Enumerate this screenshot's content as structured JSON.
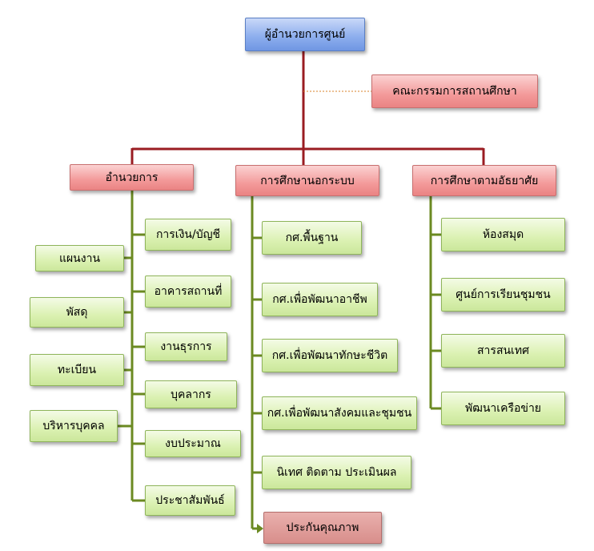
{
  "director": "ผู้อำนวยการศูนย์",
  "committee": "คณะกรรมการสถานศึกษา",
  "departments": {
    "admin": "อำนวยการ",
    "nonformal": "การศึกษานอกระบบ",
    "informal": "การศึกษาตามอัธยาศัย"
  },
  "admin_left": [
    "แผนงาน",
    "พัสดุ",
    "ทะเบียน",
    "บริหารบุคคล"
  ],
  "admin_right": [
    "การเงิน/บัญชี",
    "อาคารสถานที่",
    "งานธุรการ",
    "บุคลากร",
    "งบประมาณ",
    "ประชาสัมพันธ์"
  ],
  "nonformal_items": [
    "กศ.พื้นฐาน",
    "กศ.เพื่อพัฒนาอาชีพ",
    "กศ.เพื่อพัฒนาทักษะชีวิต",
    "กศ.เพื่อพัฒนาสังคมและชุมชน",
    "นิเทศ ติดตาม ประเมินผล"
  ],
  "quality": "ประกันคุณภาพ",
  "informal_items": [
    "ห้องสมุด",
    "ศูนย์การเรียนชุมชน",
    "สารสนเทศ",
    "พัฒนาเครือข่าย"
  ],
  "colors": {
    "trunk": "#9a1c22",
    "branch": "#6b8a22",
    "committee_link": "#d9802a"
  }
}
